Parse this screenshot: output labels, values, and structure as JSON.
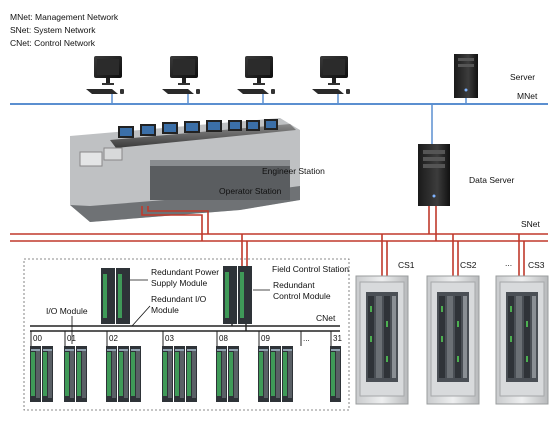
{
  "legend": {
    "mnet": "MNet: Management Network",
    "snet": "SNet: System Network",
    "cnet": "CNet: Control Network"
  },
  "labels": {
    "server": "Server",
    "mnet": "MNet",
    "engineer_station": "Engineer Station",
    "operator_station": "Operator Station",
    "data_server": "Data Server",
    "snet": "SNet",
    "field_control_station": "Field Control Station",
    "redundant_power_line1": "Redundant Power",
    "redundant_power_line2": "Supply Module",
    "redundant_io_line1": "Redundant I/O",
    "redundant_io_line2": "Module",
    "redundant_control_line1": "Redundant",
    "redundant_control_line2": "Control Module",
    "io_module": "I/O Module",
    "cnet": "CNet",
    "cs1": "CS1",
    "cs2": "CS2",
    "cs_ellipsis": "...",
    "cs3": "CS3"
  },
  "io_slots": [
    "00",
    "01",
    "02",
    "03",
    "08",
    "09",
    "...",
    "31"
  ],
  "colors": {
    "mnet_line": "#5b8fd0",
    "snet_line": "#c0392b",
    "cnet_line": "#222222"
  },
  "icons": {
    "workstation": "desktop-computer-icon",
    "server": "tower-server-icon",
    "cabinet": "control-cabinet-icon"
  }
}
